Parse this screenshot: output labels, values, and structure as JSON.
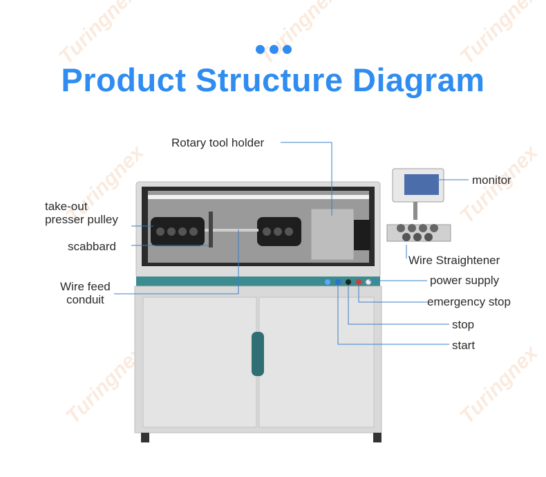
{
  "header": {
    "title": "Product Structure Diagram"
  },
  "watermark": "Turingnex",
  "labels": {
    "rotary_tool_holder": "Rotary tool holder",
    "monitor": "monitor",
    "take_out_presser_pulley_line1": "take-out",
    "take_out_presser_pulley_line2": "presser pulley",
    "scabbard": "scabbard",
    "wire_straightener": "Wire Straightener",
    "wire_feed_conduit_line1": "Wire feed",
    "wire_feed_conduit_line2": "conduit",
    "power_supply": "power supply",
    "emergency_stop": "emergency stop",
    "stop": "stop",
    "start": "start"
  },
  "colors": {
    "accent": "#2f8cf0",
    "teal": "#3b8b8f",
    "leader": "#3a7fc6"
  }
}
